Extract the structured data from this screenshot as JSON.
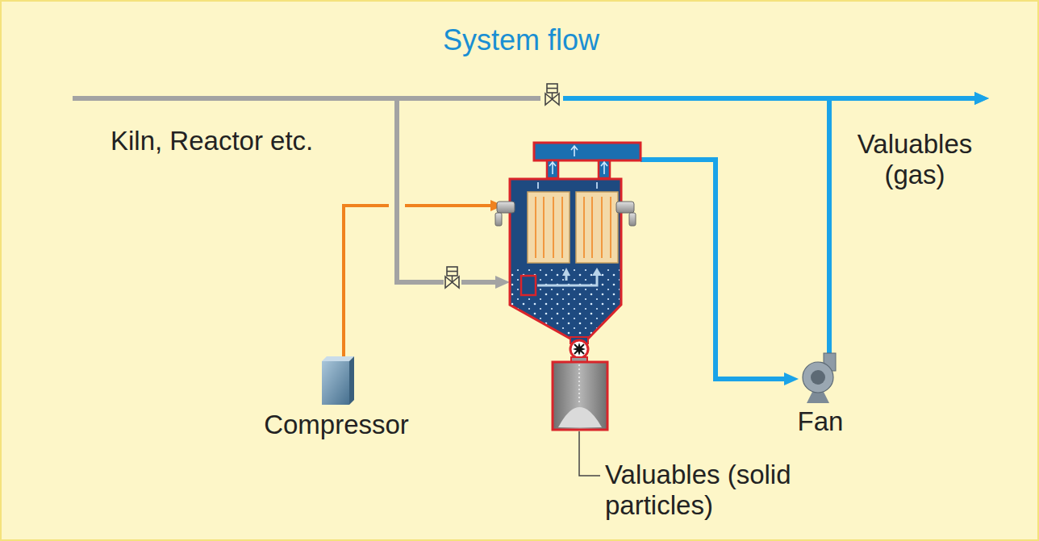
{
  "diagram": {
    "title": "System flow",
    "nodes": [
      {
        "text": [
          "Kiln, Reactor etc."
        ]
      },
      {
        "text": [
          "Valuables (gas)"
        ]
      },
      {
        "text": [
          "Compressor"
        ]
      },
      {
        "text": [
          "Fan"
        ]
      },
      {
        "text": [
          "Valuables (solid particles)"
        ]
      }
    ],
    "edges": [
      {
        "from": 0,
        "to": 1,
        "arrow": "to"
      },
      {
        "from": 3,
        "to": 1,
        "arrow": "to"
      }
    ]
  }
}
